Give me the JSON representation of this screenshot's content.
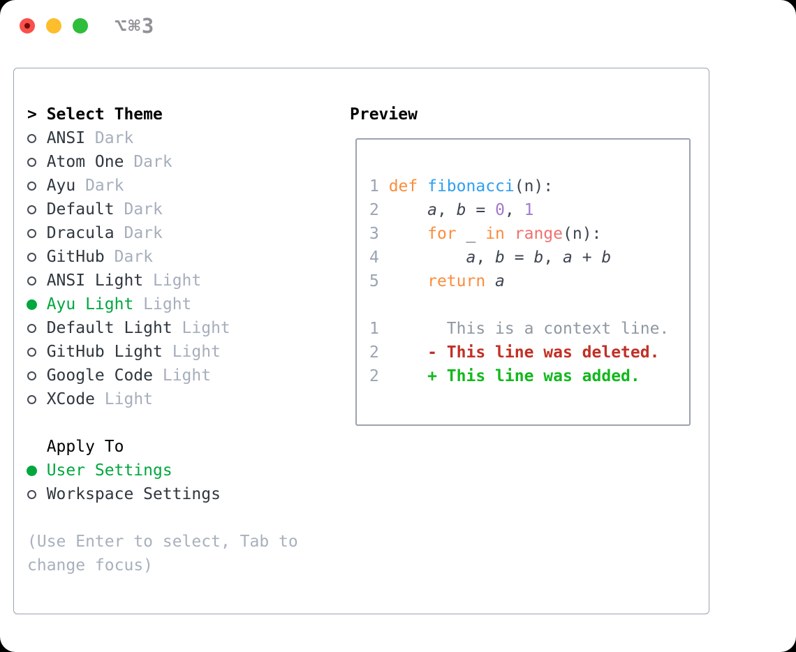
{
  "window": {
    "title": "⌥⌘3",
    "traffic_lights": [
      "close",
      "minimize",
      "zoom"
    ]
  },
  "theme_selector": {
    "header_marker": ">",
    "header": "Select Theme",
    "items": [
      {
        "name": "ANSI",
        "variant": "Dark",
        "selected": false
      },
      {
        "name": "Atom One",
        "variant": "Dark",
        "selected": false
      },
      {
        "name": "Ayu",
        "variant": "Dark",
        "selected": false
      },
      {
        "name": "Default",
        "variant": "Dark",
        "selected": false
      },
      {
        "name": "Dracula",
        "variant": "Dark",
        "selected": false
      },
      {
        "name": "GitHub",
        "variant": "Dark",
        "selected": false
      },
      {
        "name": "ANSI Light",
        "variant": "Light",
        "selected": false
      },
      {
        "name": "Ayu Light",
        "variant": "Light",
        "selected": true
      },
      {
        "name": "Default Light",
        "variant": "Light",
        "selected": false
      },
      {
        "name": "GitHub Light",
        "variant": "Light",
        "selected": false
      },
      {
        "name": "Google Code",
        "variant": "Light",
        "selected": false
      },
      {
        "name": "XCode",
        "variant": "Light",
        "selected": false
      }
    ]
  },
  "apply_to": {
    "header": "Apply To",
    "options": [
      {
        "label": "User Settings",
        "selected": true
      },
      {
        "label": "Workspace Settings",
        "selected": false
      }
    ]
  },
  "hint_lines": [
    "(Use Enter to select, Tab to",
    "change focus)"
  ],
  "preview": {
    "header": "Preview",
    "lines": [
      {
        "tokens": [
          {
            "c": "num",
            "t": "1 "
          },
          {
            "c": "kw",
            "t": "def"
          },
          {
            "c": "fg",
            "t": " "
          },
          {
            "c": "fn",
            "t": "fibonacci"
          },
          {
            "c": "fg",
            "t": "(n):"
          }
        ]
      },
      {
        "tokens": [
          {
            "c": "num",
            "t": "2 "
          },
          {
            "c": "fg",
            "t": "    "
          },
          {
            "c": "var",
            "t": "a"
          },
          {
            "c": "fg",
            "t": ", "
          },
          {
            "c": "var",
            "t": "b"
          },
          {
            "c": "fg",
            "t": " = "
          },
          {
            "c": "const",
            "t": "0"
          },
          {
            "c": "fg",
            "t": ", "
          },
          {
            "c": "const",
            "t": "1"
          }
        ]
      },
      {
        "tokens": [
          {
            "c": "num",
            "t": "3 "
          },
          {
            "c": "fg",
            "t": "    "
          },
          {
            "c": "kw",
            "t": "for"
          },
          {
            "c": "fg",
            "t": " _ "
          },
          {
            "c": "kw",
            "t": "in"
          },
          {
            "c": "fg",
            "t": " "
          },
          {
            "c": "rng",
            "t": "range"
          },
          {
            "c": "fg",
            "t": "(n):"
          }
        ]
      },
      {
        "tokens": [
          {
            "c": "num",
            "t": "4 "
          },
          {
            "c": "fg",
            "t": "        "
          },
          {
            "c": "var",
            "t": "a"
          },
          {
            "c": "fg",
            "t": ", "
          },
          {
            "c": "var",
            "t": "b"
          },
          {
            "c": "fg",
            "t": " = "
          },
          {
            "c": "var",
            "t": "b"
          },
          {
            "c": "fg",
            "t": ", "
          },
          {
            "c": "var",
            "t": "a"
          },
          {
            "c": "fg",
            "t": " + "
          },
          {
            "c": "var",
            "t": "b"
          }
        ]
      },
      {
        "tokens": [
          {
            "c": "num",
            "t": "5 "
          },
          {
            "c": "fg",
            "t": "    "
          },
          {
            "c": "kw",
            "t": "return"
          },
          {
            "c": "fg",
            "t": " "
          },
          {
            "c": "var",
            "t": "a"
          }
        ]
      },
      {
        "tokens": []
      },
      {
        "tokens": [
          {
            "c": "num",
            "t": "1"
          },
          {
            "c": "ctx",
            "t": "       This is a context line."
          }
        ]
      },
      {
        "tokens": [
          {
            "c": "num",
            "t": "2"
          },
          {
            "c": "del",
            "t": "     - This line was deleted."
          }
        ]
      },
      {
        "tokens": [
          {
            "c": "num",
            "t": "2"
          },
          {
            "c": "add",
            "t": "     + This line was added."
          }
        ]
      }
    ]
  },
  "colors": {
    "selection_green": "#00a73e",
    "added_green": "#12b81d",
    "deleted_red": "#c13026",
    "keyword_orange": "#fa8d3e",
    "function_blue": "#2f9ff0",
    "constant_purple": "#a37acc",
    "builtin_red": "#f0716f",
    "variant_gray": "#a6aebc",
    "line_number_gray": "#9aa3b2",
    "context_gray": "#8f98a2",
    "panel_border": "#9aa2b1",
    "traffic_red": "#f8504b",
    "traffic_yellow": "#fcbe2c",
    "traffic_green": "#2ebe3c"
  }
}
